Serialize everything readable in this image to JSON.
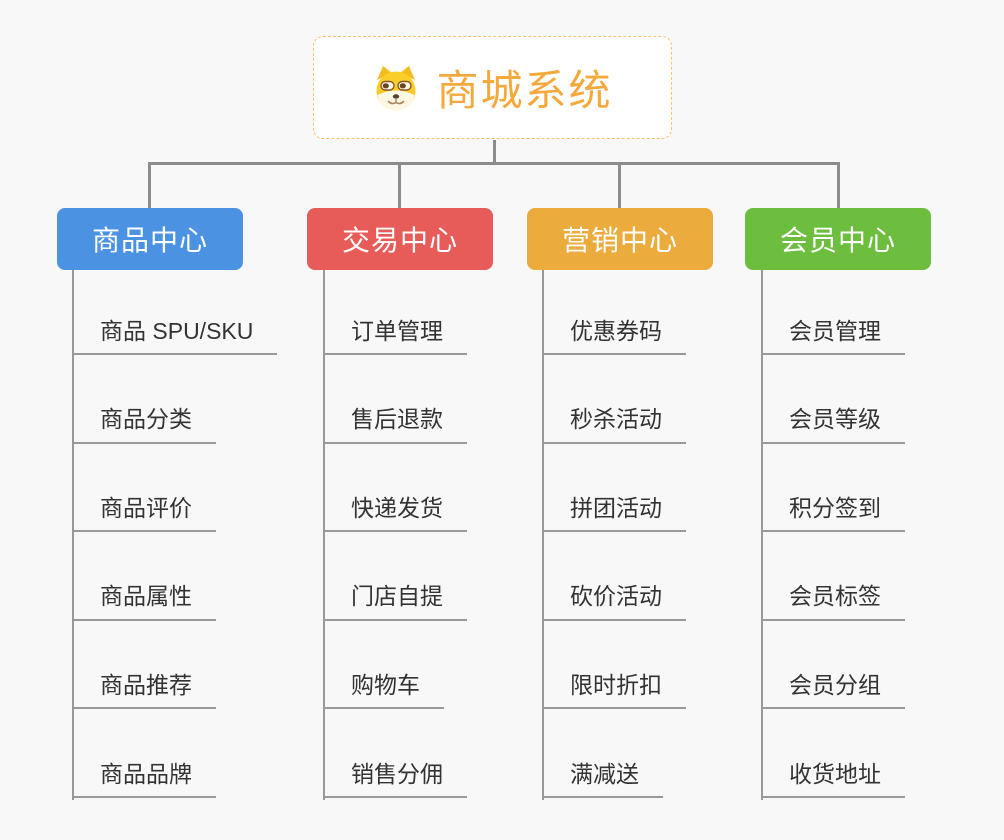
{
  "root": {
    "title": "商城系统",
    "icon": "doge-icon"
  },
  "colors": {
    "root_text": "#f5a93c",
    "root_border": "#f8c071",
    "connector": "#8c8c8c",
    "leaf_line": "#999999",
    "leaf_text": "#333333",
    "background": "#f8f8f9"
  },
  "branches": [
    {
      "label": "商品中心",
      "color": "#4b92e3",
      "items": [
        "商品 SPU/SKU",
        "商品分类",
        "商品评价",
        "商品属性",
        "商品推荐",
        "商品品牌"
      ]
    },
    {
      "label": "交易中心",
      "color": "#e75c59",
      "items": [
        "订单管理",
        "售后退款",
        "快递发货",
        "门店自提",
        "购物车",
        "销售分佣"
      ]
    },
    {
      "label": "营销中心",
      "color": "#ecab3d",
      "items": [
        "优惠券码",
        "秒杀活动",
        "拼团活动",
        "砍价活动",
        "限时折扣",
        "满减送"
      ]
    },
    {
      "label": "会员中心",
      "color": "#6dbe3e",
      "items": [
        "会员管理",
        "会员等级",
        "积分签到",
        "会员标签",
        "会员分组",
        "收货地址"
      ]
    }
  ]
}
